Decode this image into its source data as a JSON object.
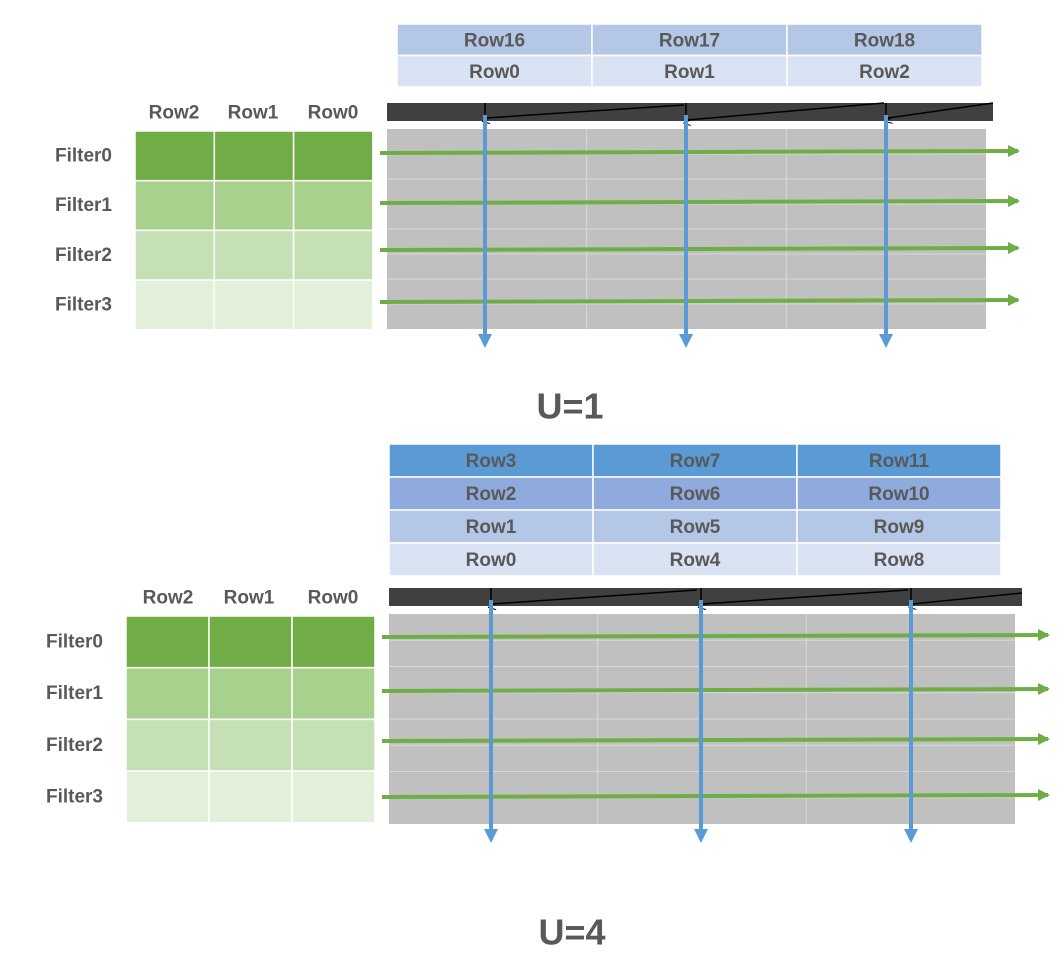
{
  "panels": [
    {
      "caption": "U=1",
      "input_rows": [
        [
          "Row16",
          "Row17",
          "Row18"
        ],
        [
          "Row0",
          "Row1",
          "Row2"
        ]
      ],
      "filter_columns": [
        "Row2",
        "Row1",
        "Row0"
      ],
      "filters": [
        "Filter0",
        "Filter1",
        "Filter2",
        "Filter3"
      ]
    },
    {
      "caption": "U=4",
      "input_rows": [
        [
          "Row3",
          "Row7",
          "Row11"
        ],
        [
          "Row2",
          "Row6",
          "Row10"
        ],
        [
          "Row1",
          "Row5",
          "Row9"
        ],
        [
          "Row0",
          "Row4",
          "Row8"
        ]
      ],
      "filter_columns": [
        "Row2",
        "Row1",
        "Row0"
      ],
      "filters": [
        "Filter0",
        "Filter1",
        "Filter2",
        "Filter3"
      ]
    }
  ],
  "colors": {
    "text": "#595959",
    "filter_shades": [
      "#70ad47",
      "#a9d18e",
      "#c5e0b4",
      "#e2f0d9"
    ],
    "header_shades_u1": [
      "#b4c7e7",
      "#dae3f3"
    ],
    "header_shades_u4": [
      "#5b9bd5",
      "#8faadc",
      "#b4c7e7",
      "#dae3f3"
    ],
    "grid": "#c0c0c0",
    "bar": "#404040",
    "green_arrow": "#70ad47",
    "blue_arrow": "#5b9bd5"
  }
}
